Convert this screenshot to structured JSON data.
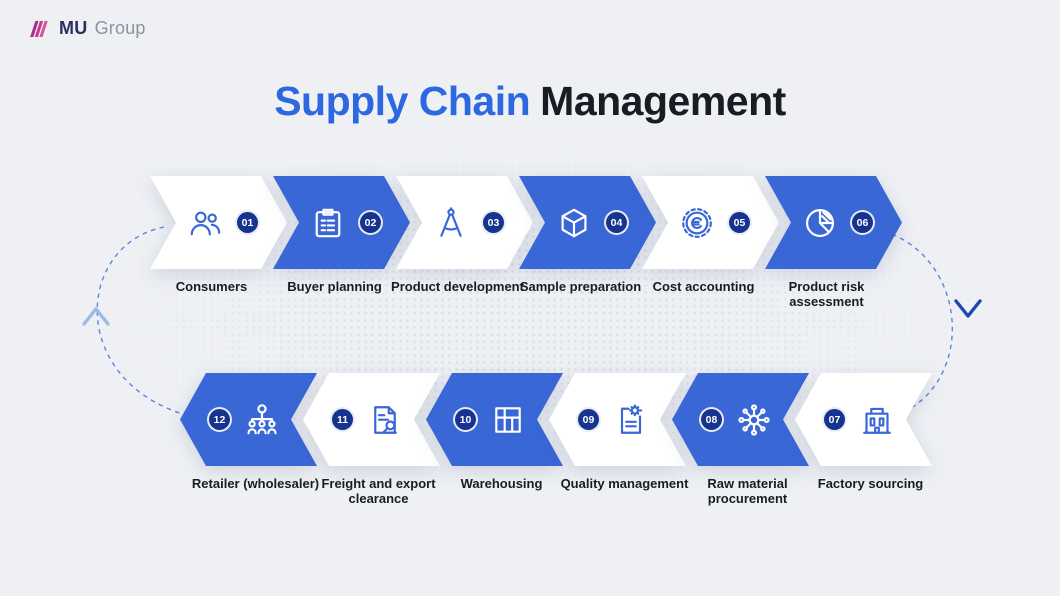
{
  "brand": {
    "bold": "MU",
    "light": "Group"
  },
  "title": {
    "highlight": "Supply Chain",
    "rest": "Management"
  },
  "flow": {
    "steps": [
      {
        "num": "01",
        "label": "Consumers",
        "icon": "consumers-icon",
        "variant": "white"
      },
      {
        "num": "02",
        "label": "Buyer planning",
        "icon": "checklist-icon",
        "variant": "blue"
      },
      {
        "num": "03",
        "label": "Product development",
        "icon": "compass-icon",
        "variant": "white"
      },
      {
        "num": "04",
        "label": "Sample preparation",
        "icon": "cube-icon",
        "variant": "blue"
      },
      {
        "num": "05",
        "label": "Cost accounting",
        "icon": "euro-coin-icon",
        "variant": "white"
      },
      {
        "num": "06",
        "label": "Product risk assessment",
        "icon": "pie-chart-icon",
        "variant": "blue"
      },
      {
        "num": "07",
        "label": "Factory sourcing",
        "icon": "factory-building-icon",
        "variant": "white"
      },
      {
        "num": "08",
        "label": "Raw material procurement",
        "icon": "network-nodes-icon",
        "variant": "blue"
      },
      {
        "num": "09",
        "label": "Quality management",
        "icon": "gear-document-icon",
        "variant": "white"
      },
      {
        "num": "10",
        "label": "Warehousing",
        "icon": "warehouse-grid-icon",
        "variant": "blue"
      },
      {
        "num": "11",
        "label": "Freight and export clearance",
        "icon": "stamp-document-icon",
        "variant": "white"
      },
      {
        "num": "12",
        "label": "Retailer (wholesaler)",
        "icon": "retail-network-icon",
        "variant": "blue"
      }
    ]
  },
  "colors": {
    "accent_blue": "#3a67d6",
    "title_blue": "#2d68e0",
    "badge_navy": "#173390",
    "background": "#eef0f4",
    "dashed_line": "#5c84de",
    "left_arrow": "#9db9ea",
    "right_arrow": "#1e49ae",
    "logo_magenta": "#c73a90",
    "text_dark": "#191c22"
  }
}
